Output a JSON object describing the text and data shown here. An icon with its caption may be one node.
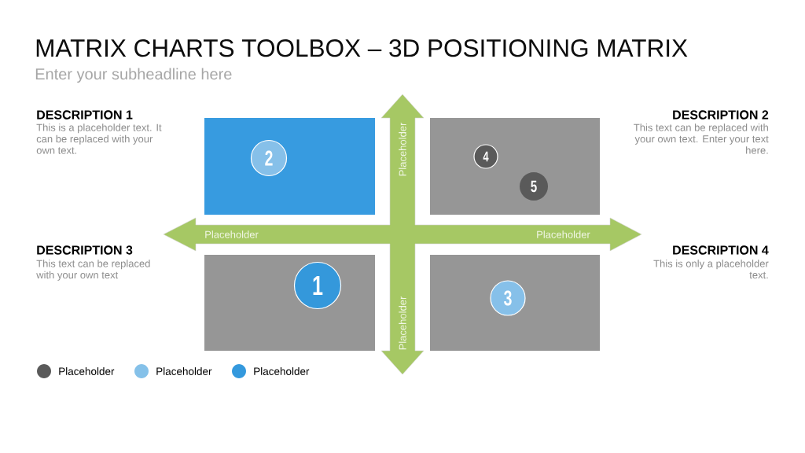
{
  "diagram": {
    "title": "MATRIX CHARTS TOOLBOX – 3D POSITIONING MATRIX",
    "nodes": [
      {
        "text": [],
        "shape": "box"
      },
      {
        "text": [
          "2"
        ],
        "in": 0
      },
      {
        "text": [],
        "shape": "box"
      },
      {
        "text": [
          "4"
        ],
        "in": 2
      },
      {
        "text": [
          "5"
        ],
        "in": 2
      },
      {
        "text": [],
        "shape": "box"
      },
      {
        "text": [
          "1"
        ],
        "in": 5
      },
      {
        "text": [],
        "shape": "box"
      },
      {
        "text": [
          "3"
        ],
        "in": 7
      }
    ],
    "labels": [
      "Enter your subheadline here",
      "DESCRIPTION 1",
      "This is a placeholder text. It can be replaced with your own text.",
      "Placeholder",
      "DESCRIPTION 2",
      "This text can be replaced with your own text. Enter your text here.",
      "Placeholder",
      "Placeholder",
      "DESCRIPTION 3",
      "This text can be replaced with your own text",
      "DESCRIPTION 4",
      "This is only a placeholder text.",
      "Placeholder"
    ],
    "legend": [
      {
        "text": "Placeholder",
        "color": "#5a5a5a"
      },
      {
        "text": "Placeholder",
        "color": "#85c1e9"
      },
      {
        "text": "Placeholder",
        "color": "#3499dd"
      }
    ]
  }
}
